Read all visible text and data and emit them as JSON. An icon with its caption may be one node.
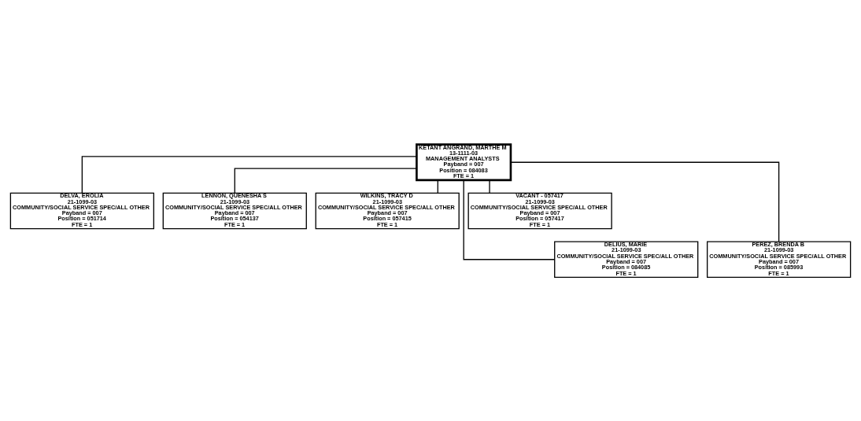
{
  "diagram": {
    "nodes": [
      {
        "text": [
          "KETANT ANGRAND, MARTHE M",
          "13-1111-03",
          "MANAGEMENT ANALYSTS",
          "Payband = 007",
          "Position = 084083",
          "FTE = 1"
        ]
      },
      {
        "text": [
          "DELVA, EROLIA",
          "21-1099-03",
          "COMMUNITY/SOCIAL SERVICE SPEC/ALL OTHER",
          "Payband = 007",
          "Position = 051714",
          "FTE = 1"
        ]
      },
      {
        "text": [
          "LENNON, QUENESHA S",
          "21-1099-03",
          "COMMUNITY/SOCIAL SERVICE SPEC/ALL OTHER",
          "Payband = 007",
          "Position = 054137",
          "FTE = 1"
        ]
      },
      {
        "text": [
          "WILKINS, TRACY D",
          "21-1099-03",
          "COMMUNITY/SOCIAL SERVICE SPEC/ALL OTHER",
          "Payband = 007",
          "Position = 057415",
          "FTE = 1"
        ]
      },
      {
        "text": [
          "VACANT - 057417",
          "21-1099-03",
          "COMMUNITY/SOCIAL SERVICE SPEC/ALL OTHER",
          "Payband = 007",
          "Position = 057417",
          "FTE = 1"
        ]
      },
      {
        "text": [
          "DELIUS, MARIE",
          "21-1099-03",
          "COMMUNITY/SOCIAL SERVICE SPEC/ALL OTHER",
          "Payband = 007",
          "Position = 084085",
          "FTE = 1"
        ]
      },
      {
        "text": [
          "PEREZ, BRENDA B",
          "21-1099-03",
          "COMMUNITY/SOCIAL SERVICE SPEC/ALL OTHER",
          "Payband = 007",
          "Position = 085993",
          "FTE = 1"
        ]
      }
    ],
    "edges": [
      {
        "from": 0,
        "to": 1,
        "arrow": "none"
      },
      {
        "from": 0,
        "to": 2,
        "arrow": "none"
      },
      {
        "from": 0,
        "to": 3,
        "arrow": "none"
      },
      {
        "from": 0,
        "to": 4,
        "arrow": "none"
      },
      {
        "from": 0,
        "to": 5,
        "arrow": "none"
      },
      {
        "from": 0,
        "to": 6,
        "arrow": "none"
      }
    ]
  }
}
